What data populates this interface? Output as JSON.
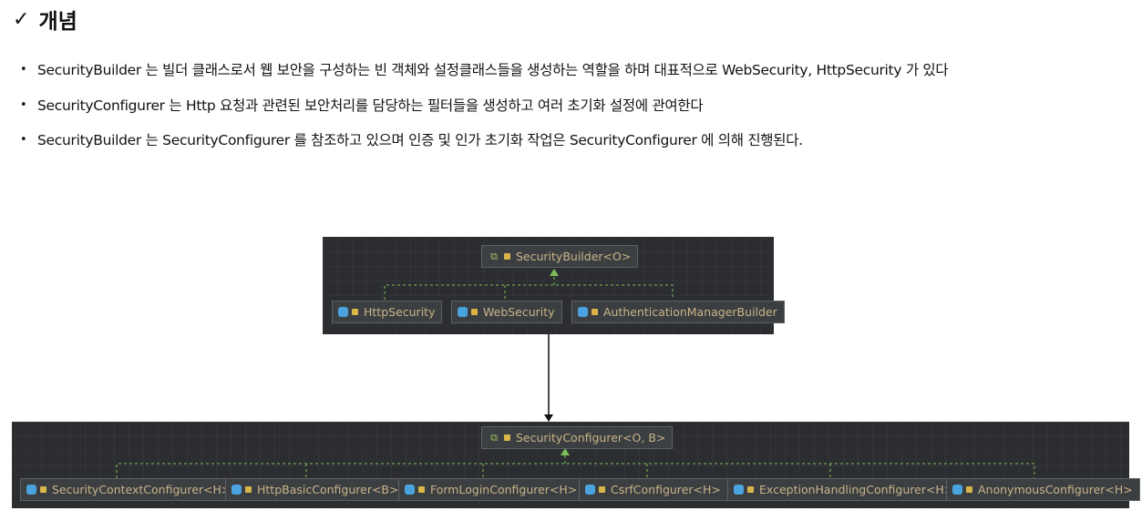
{
  "heading": {
    "check": "✓",
    "title": "개념"
  },
  "bullets": [
    "SecurityBuilder 는 빌더 클래스로서 웹 보안을 구성하는 빈 객체와 설정클래스들을 생성하는 역할을 하며 대표적으로 WebSecurity, HttpSecurity 가 있다",
    "SecurityConfigurer 는 Http 요청과 관련된 보안처리를 담당하는 필터들을 생성하고 여러 초기화 설정에 관여한다",
    "SecurityBuilder 는 SecurityConfigurer 를 참조하고 있으며 인증 및 인가 초기화 작업은 SecurityConfigurer 에 의해 진행된다."
  ],
  "diagram_builder": {
    "root": "SecurityBuilder<O>",
    "children": [
      "HttpSecurity",
      "WebSecurity",
      "AuthenticationManagerBuilder"
    ]
  },
  "diagram_configurer": {
    "root": "SecurityConfigurer<O, B>",
    "children": [
      "SecurityContextConfigurer<H>",
      "HttpBasicConfigurer<B>",
      "FormLoginConfigurer<H>",
      "CsrfConfigurer<H>",
      "ExceptionHandlingConfigurer<H>",
      "AnonymousConfigurer<H>"
    ]
  },
  "colors": {
    "diagram_bg": "#2b2d30",
    "node_text": "#c8b48a",
    "edge": "#7cbf5a",
    "class_icon": "#4aa3df",
    "lock_icon": "#d9b54a"
  },
  "icons": {
    "interface": "interface-icon",
    "class": "class-icon",
    "access": "lock-icon"
  }
}
